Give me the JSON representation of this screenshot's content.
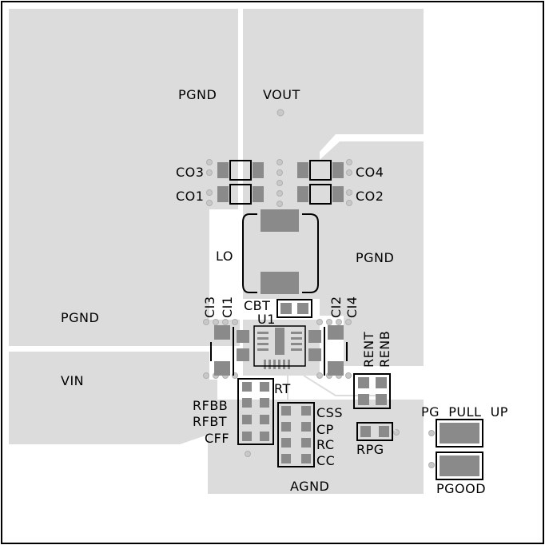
{
  "colors": {
    "copper": "#dcdcdc",
    "pad": "#8a8a8a",
    "via": "#c8c8c8",
    "silk": "#000000",
    "outline": "#000000",
    "background": "#ffffff"
  },
  "labels": {
    "pgnd_top": "PGND",
    "vout": "VOUT",
    "co3": "CO3",
    "co1": "CO1",
    "co4": "CO4",
    "co2": "CO2",
    "lo": "LO",
    "pgnd_right": "PGND",
    "pgnd_left": "PGND",
    "vin": "VIN",
    "ci3": "CI3",
    "ci1": "CI1",
    "cbt": "CBT",
    "u1": "U1",
    "ci2": "CI2",
    "ci4": "CI4",
    "rent": "RENT",
    "renb": "RENB",
    "rt": "RT",
    "rfbb": "RFBB",
    "rfbt": "RFBT",
    "cff": "CFF",
    "css": "CSS",
    "cp": "CP",
    "rc": "RC",
    "cc": "CC",
    "rpg": "RPG",
    "pg_pull_up": "PG  PULL  UP",
    "pgood": "PGOOD",
    "agnd": "AGND"
  }
}
